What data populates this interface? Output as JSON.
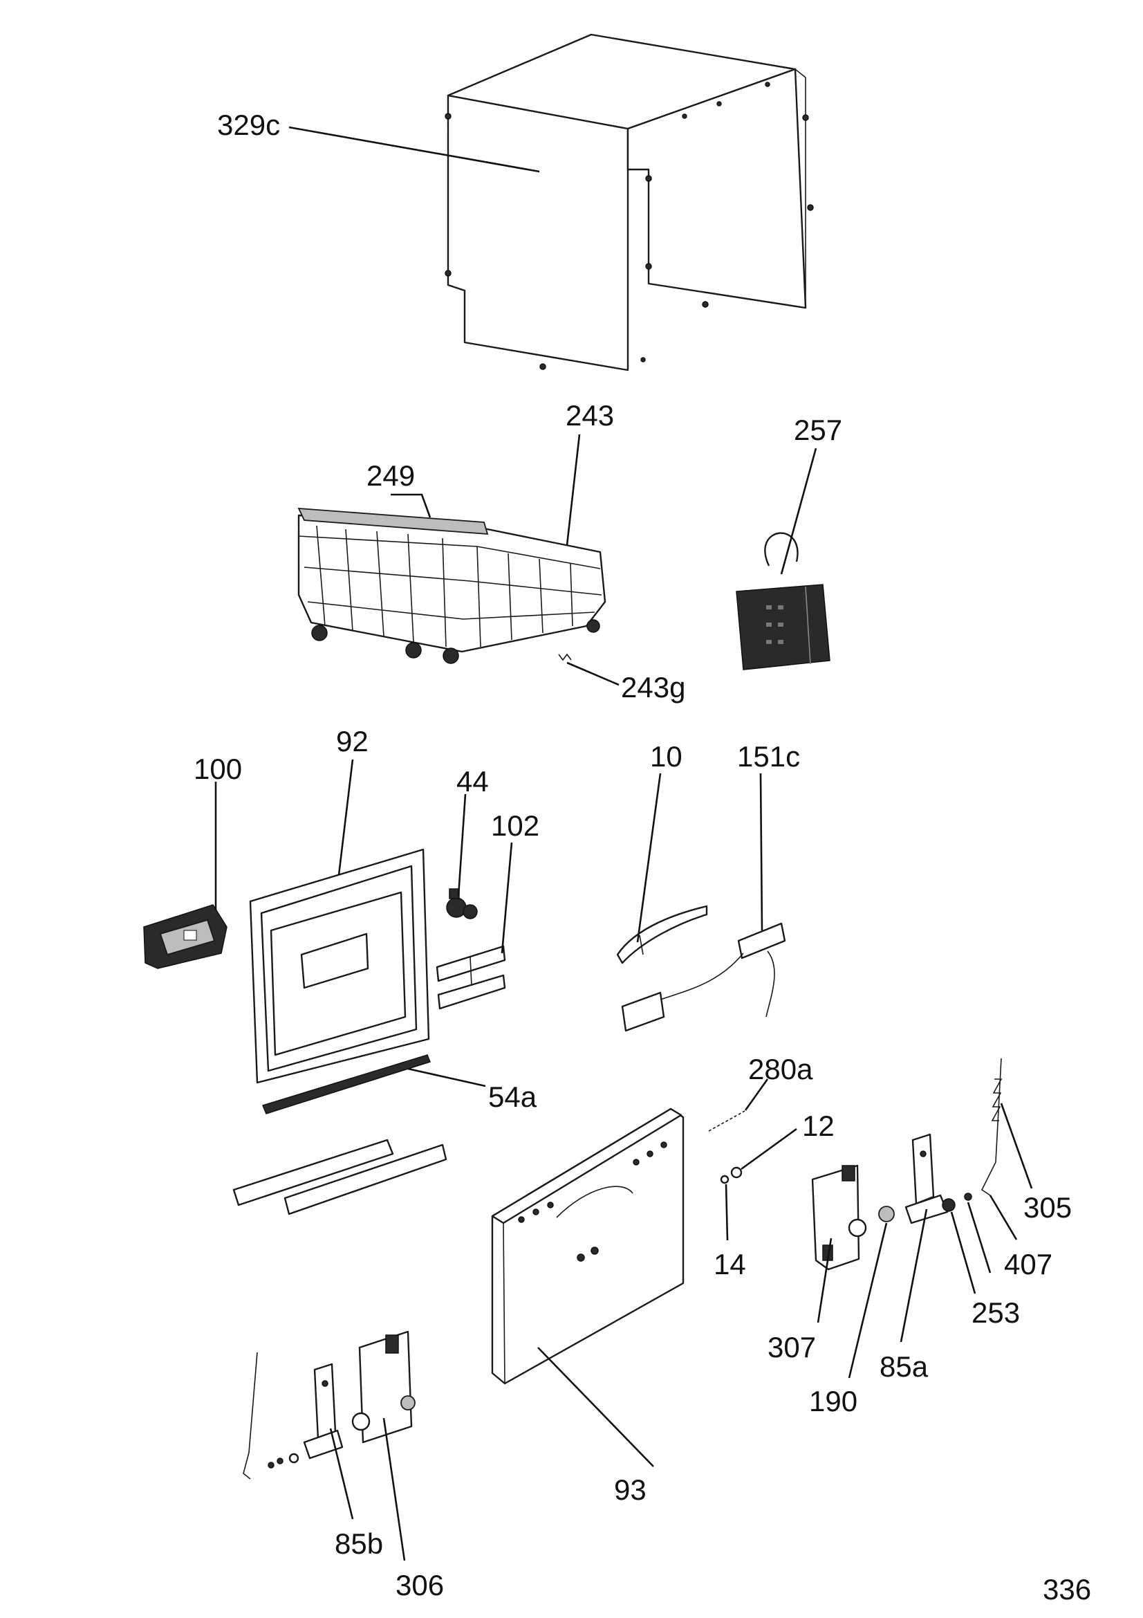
{
  "page_number": "336",
  "callouts": {
    "c329c": "329c",
    "c243": "243",
    "c249": "249",
    "c257": "257",
    "c243g": "243g",
    "c100": "100",
    "c92": "92",
    "c44": "44",
    "c102": "102",
    "c10": "10",
    "c151c": "151c",
    "c54a": "54a",
    "c280a": "280a",
    "c12": "12",
    "c14": "14",
    "c305": "305",
    "c407": "407",
    "c253": "253",
    "c307": "307",
    "c85a": "85a",
    "c190": "190",
    "c93": "93",
    "c85b": "85b",
    "c306": "306"
  }
}
